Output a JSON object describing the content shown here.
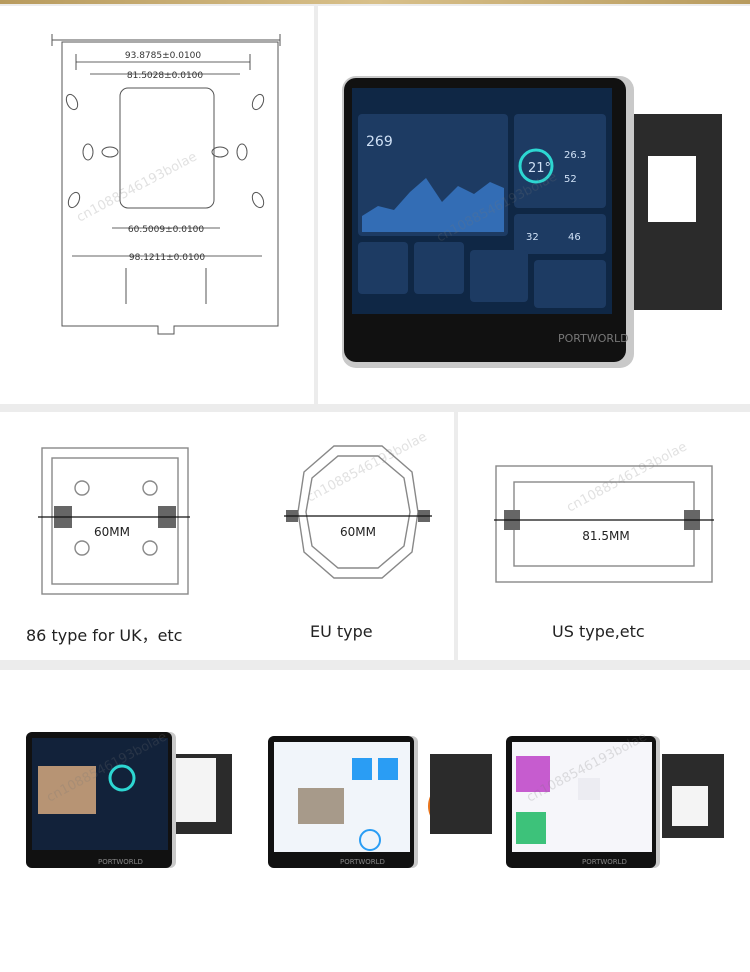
{
  "drawing": {
    "dim_top": "93.8785±0.0100",
    "dim_second": "81.5028±0.0100",
    "dim_inner": "60.5009±0.0100",
    "dim_bottom": "98.1211±0.0100"
  },
  "brand": "PORTWORLD",
  "boxes": {
    "uk": {
      "measure": "60MM",
      "caption": "86 type for UK，etc"
    },
    "eu": {
      "measure": "60MM",
      "caption": "EU type"
    },
    "us": {
      "measure": "81.5MM",
      "caption": "US type,etc"
    }
  },
  "screen": {
    "weather_temp": "21°",
    "indoor_temp": "26.3",
    "humidity": "52",
    "chart_value": "269",
    "stat_a": "32",
    "stat_b": "46"
  },
  "watermark": "cn1088546193bolae",
  "colors": {
    "screen_bg": "#0f2745",
    "screen_tile": "#1d3b63",
    "bezel": "#111111",
    "frame_silver": "#c9c9c9",
    "bracket": "#2b2b2b",
    "eu_box_orange": "#e8741c"
  }
}
